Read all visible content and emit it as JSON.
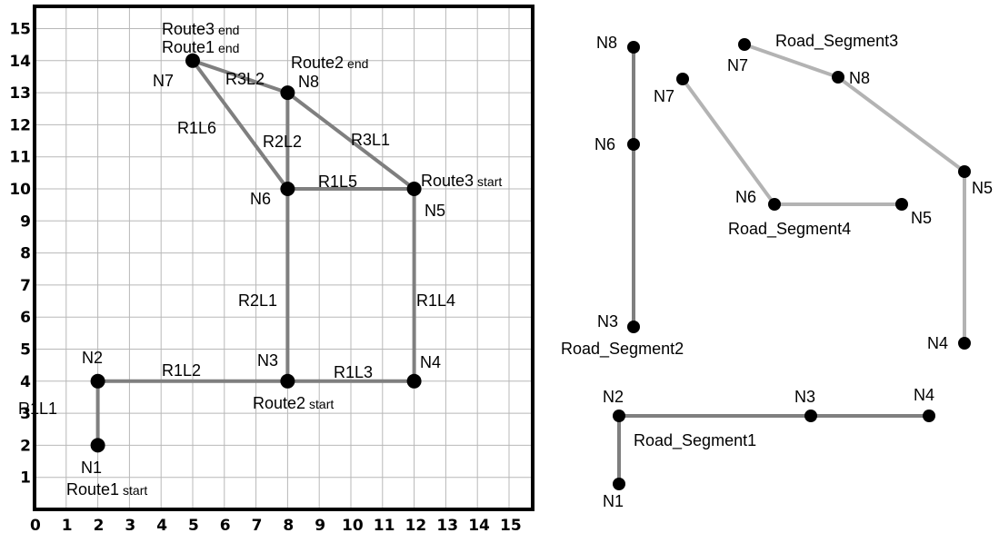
{
  "left_map": {
    "x_ticks": [
      "0",
      "1",
      "2",
      "3",
      "4",
      "5",
      "6",
      "7",
      "8",
      "9",
      "10",
      "11",
      "12",
      "13",
      "14",
      "15"
    ],
    "y_ticks": [
      "1",
      "2",
      "3",
      "4",
      "5",
      "6",
      "7",
      "8",
      "9",
      "10",
      "11",
      "12",
      "13",
      "14",
      "15"
    ],
    "nodes": [
      {
        "id": "N1",
        "label": "N1",
        "x": 2,
        "y": 2
      },
      {
        "id": "N2",
        "label": "N2",
        "x": 2,
        "y": 4
      },
      {
        "id": "N3",
        "label": "N3",
        "x": 8,
        "y": 4
      },
      {
        "id": "N4",
        "label": "N4",
        "x": 12,
        "y": 4
      },
      {
        "id": "N5",
        "label": "N5",
        "x": 12,
        "y": 10
      },
      {
        "id": "N6",
        "label": "N6",
        "x": 8,
        "y": 10
      },
      {
        "id": "N7",
        "label": "N7",
        "x": 5,
        "y": 14
      },
      {
        "id": "N8",
        "label": "N8",
        "x": 8,
        "y": 13
      }
    ],
    "links": [
      {
        "id": "R1L1",
        "label": "R1L1",
        "from": "N1",
        "to": "N2"
      },
      {
        "id": "R1L2",
        "label": "R1L2",
        "from": "N2",
        "to": "N3"
      },
      {
        "id": "R1L3",
        "label": "R1L3",
        "from": "N3",
        "to": "N4"
      },
      {
        "id": "R1L4",
        "label": "R1L4",
        "from": "N4",
        "to": "N5"
      },
      {
        "id": "R1L5",
        "label": "R1L5",
        "from": "N5",
        "to": "N6"
      },
      {
        "id": "R1L6",
        "label": "R1L6",
        "from": "N6",
        "to": "N7"
      },
      {
        "id": "R2L1",
        "label": "R2L1",
        "from": "N3",
        "to": "N6"
      },
      {
        "id": "R2L2",
        "label": "R2L2",
        "from": "N6",
        "to": "N8"
      },
      {
        "id": "R3L1",
        "label": "R3L1",
        "from": "N5",
        "to": "N8"
      },
      {
        "id": "R3L2",
        "label": "R3L2",
        "from": "N8",
        "to": "N7"
      }
    ],
    "route_labels": {
      "route1_start": {
        "main": "Route1",
        "sub": "start"
      },
      "route1_end": {
        "main": "Route1",
        "sub": "end"
      },
      "route2_start": {
        "main": "Route2",
        "sub": "start"
      },
      "route2_end": {
        "main": "Route2",
        "sub": "end"
      },
      "route3_start": {
        "main": "Route3",
        "sub": "start"
      },
      "route3_end": {
        "main": "Route3",
        "sub": "end"
      }
    }
  },
  "road_segments": [
    {
      "name": "Road_Segment1",
      "nodes": [
        "N2",
        "N3",
        "N4"
      ],
      "branch": [
        "N2",
        "N1"
      ],
      "color": "#7f7f7f"
    },
    {
      "name": "Road_Segment2",
      "nodes": [
        "N8",
        "N6",
        "N3"
      ],
      "color": "#7f7f7f"
    },
    {
      "name": "Road_Segment3",
      "nodes": [
        "N7",
        "N8",
        "N5",
        "N4"
      ],
      "color": "#b3b3b3"
    },
    {
      "name": "Road_Segment4",
      "nodes": [
        "N7",
        "N6",
        "N5"
      ],
      "color": "#b3b3b3"
    }
  ],
  "colors": {
    "link": "#7f7f7f",
    "segment_light": "#b3b3b3",
    "node": "#000000",
    "grid": "#b8b8b8"
  }
}
